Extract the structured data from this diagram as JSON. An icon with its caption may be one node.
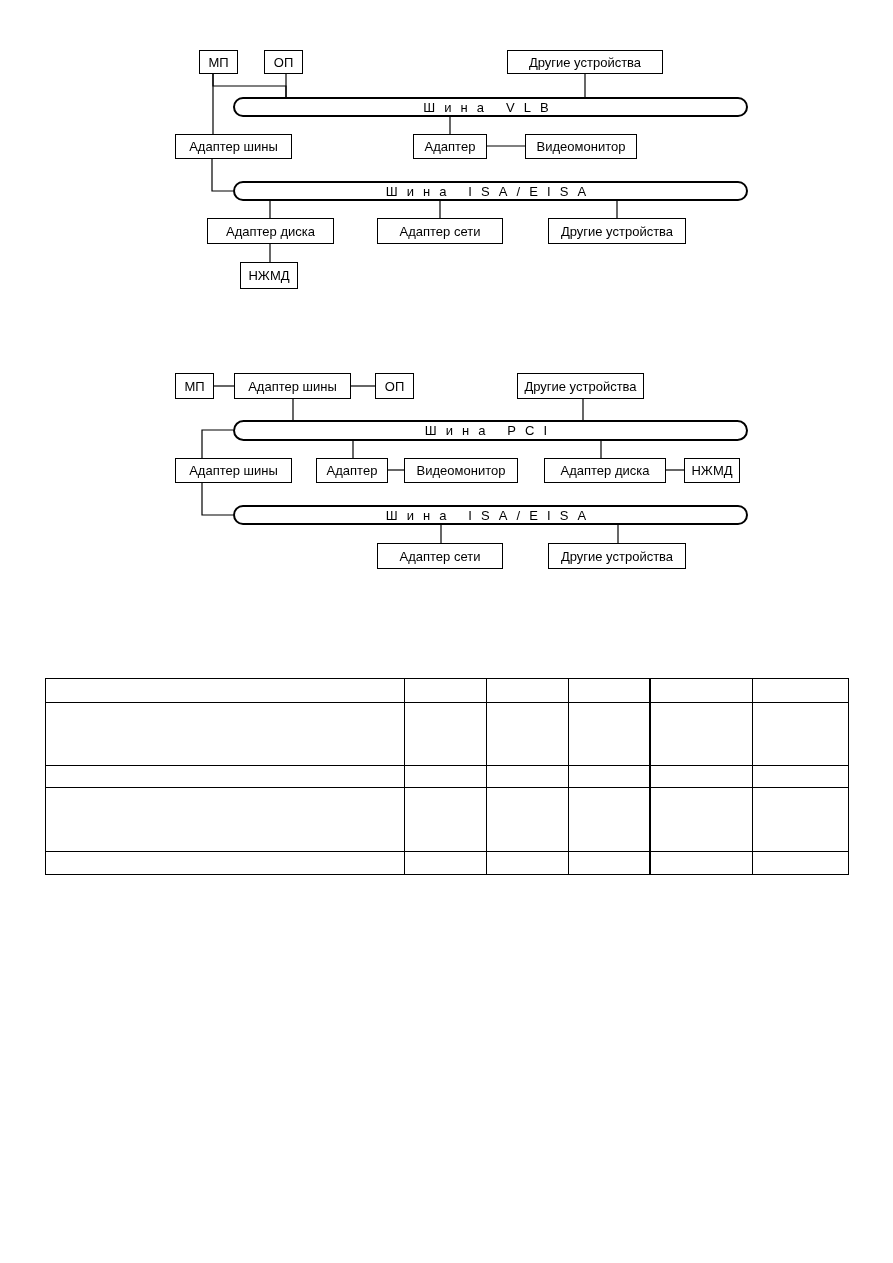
{
  "diagram": {
    "nodes": [
      {
        "text": [
          "МП"
        ]
      },
      {
        "text": [
          "ОП"
        ]
      },
      {
        "text": [
          "Другие устройства"
        ]
      },
      {
        "text": [
          "Шина VLB"
        ]
      },
      {
        "text": [
          "Адаптер шины"
        ]
      },
      {
        "text": [
          "Адаптер"
        ]
      },
      {
        "text": [
          "Видеомонитор"
        ]
      },
      {
        "text": [
          "Шина ISA/EISA"
        ]
      },
      {
        "text": [
          "Адаптер диска"
        ]
      },
      {
        "text": [
          "Адаптер сети"
        ]
      },
      {
        "text": [
          "Другие устройства"
        ]
      },
      {
        "text": [
          "НЖМД"
        ]
      },
      {
        "text": [
          "МП"
        ]
      },
      {
        "text": [
          "Адаптер шины"
        ]
      },
      {
        "text": [
          "ОП"
        ]
      },
      {
        "text": [
          "Другие устройства"
        ]
      },
      {
        "text": [
          "Шина PCI"
        ]
      },
      {
        "text": [
          "Адаптер шины"
        ]
      },
      {
        "text": [
          "Адаптер"
        ]
      },
      {
        "text": [
          "Видеомонитор"
        ]
      },
      {
        "text": [
          "Адаптер диска"
        ]
      },
      {
        "text": [
          "НЖМД"
        ]
      },
      {
        "text": [
          "Шина ISA/EISA"
        ]
      },
      {
        "text": [
          "Адаптер сети"
        ]
      },
      {
        "text": [
          "Другие устройства"
        ]
      }
    ],
    "edges": [
      {
        "from": 0,
        "to": 3,
        "arrow": "none"
      },
      {
        "from": 1,
        "to": 3,
        "arrow": "none"
      },
      {
        "from": 0,
        "to": 4,
        "arrow": "none"
      },
      {
        "from": 4,
        "to": 7,
        "arrow": "none"
      },
      {
        "from": 2,
        "to": 3,
        "arrow": "none"
      },
      {
        "from": 3,
        "to": 5,
        "arrow": "none"
      },
      {
        "from": 5,
        "to": 6,
        "arrow": "none"
      },
      {
        "from": 7,
        "to": 8,
        "arrow": "none"
      },
      {
        "from": 7,
        "to": 9,
        "arrow": "none"
      },
      {
        "from": 7,
        "to": 10,
        "arrow": "none"
      },
      {
        "from": 8,
        "to": 11,
        "arrow": "none"
      },
      {
        "from": 12,
        "to": 13,
        "arrow": "none"
      },
      {
        "from": 13,
        "to": 14,
        "arrow": "none"
      },
      {
        "from": 13,
        "to": 16,
        "arrow": "none"
      },
      {
        "from": 15,
        "to": 16,
        "arrow": "none"
      },
      {
        "from": 16,
        "to": 17,
        "arrow": "none"
      },
      {
        "from": 16,
        "to": 18,
        "arrow": "none"
      },
      {
        "from": 18,
        "to": 19,
        "arrow": "none"
      },
      {
        "from": 16,
        "to": 20,
        "arrow": "none"
      },
      {
        "from": 20,
        "to": 21,
        "arrow": "none"
      },
      {
        "from": 17,
        "to": 22,
        "arrow": "none"
      },
      {
        "from": 22,
        "to": 23,
        "arrow": "none"
      },
      {
        "from": 22,
        "to": 24,
        "arrow": "none"
      }
    ]
  }
}
